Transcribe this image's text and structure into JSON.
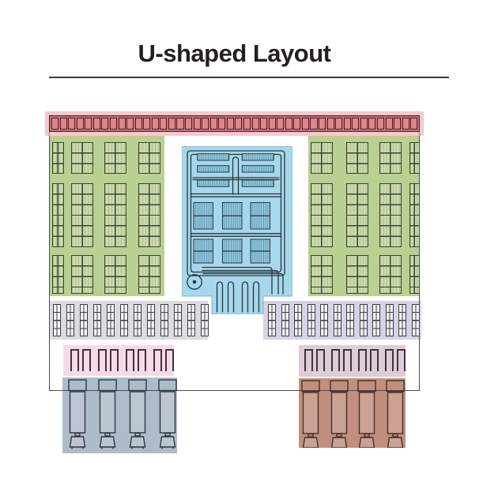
{
  "title": {
    "text": "U-shaped Layout"
  },
  "colors": {
    "title_text": "#231f20",
    "divider": "#3b3b3b",
    "building_outline": "#4d4d4d",
    "dock_strip_glow": "rgba(236,156,163,0.55)",
    "dock_strip_band": "#cf6d75",
    "dock_strip_cell": "#df858d",
    "dock_strip_cell_border": "#3f2a2d",
    "rack_zone_fill": "#bad093",
    "rack_block_fill": "#cadaa9",
    "rack_block_line": "#39452f",
    "flow_zone_fill": "#a6d7ea",
    "flow_zone_edge": "#7fb6cc",
    "flow_bar_fill": "#8cc6dd",
    "flow_line": "#253642",
    "shelf_strip_left_fill": "#dcdce0",
    "shelf_strip_right_fill": "#d6d3e5",
    "shelf_unit_fill": "#f4f4f7",
    "shelf_unit_line": "#3c3c46",
    "comb_strip_left_fill": "#f4dbe5",
    "comb_strip_right_fill": "#ddcdd7",
    "comb_line_left": "#43333c",
    "comb_line_right": "#3f3340",
    "dock_yard_left_fill": "#aebcca",
    "dock_yard_right_fill": "#c18f80",
    "truck_line_left": "#2f3640",
    "truck_line_right": "#45302a",
    "truck_fill": "rgba(255,255,255,0.16)"
  },
  "top_dock_strip": {
    "cells": 44
  },
  "rack_zone_left": {
    "rows": 3,
    "cols": 4
  },
  "rack_zone_right": {
    "rows": 3,
    "cols": 4
  },
  "flow_zone": {
    "top_bar_groups": 2,
    "bars_per_group": 3,
    "block_rows": 2,
    "blocks_per_row": 3,
    "bottom_lanes": 4,
    "has_roundabout": true
  },
  "shelf_strip_left": {
    "units": 12
  },
  "shelf_strip_right": {
    "units": 12
  },
  "comb_strip_left": {
    "groups": 4,
    "combs_per_group": 2
  },
  "comb_strip_right": {
    "groups": 4,
    "combs_per_group": 2
  },
  "dock_yard_left": {
    "trucks": 4
  },
  "dock_yard_right": {
    "trucks": 4
  }
}
